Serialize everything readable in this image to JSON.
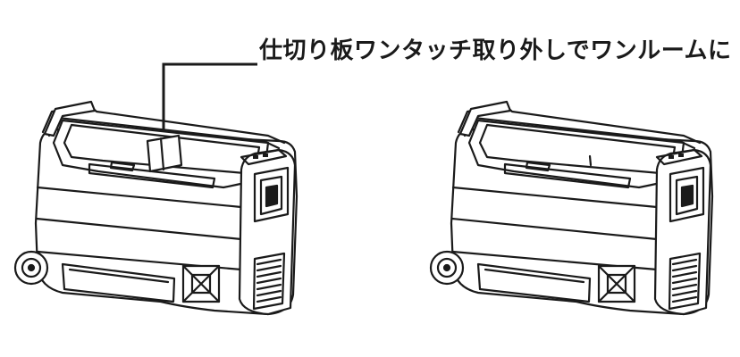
{
  "caption": {
    "text": "仕切り板ワンタッチ取り外しでワンルームに"
  },
  "colors": {
    "line": "#1a1a1a",
    "background": "#ffffff",
    "shade": "#f4f4f4"
  },
  "figures": [
    {
      "name": "cooler-with-divider",
      "divider": true
    },
    {
      "name": "cooler-one-room",
      "divider": false
    }
  ]
}
